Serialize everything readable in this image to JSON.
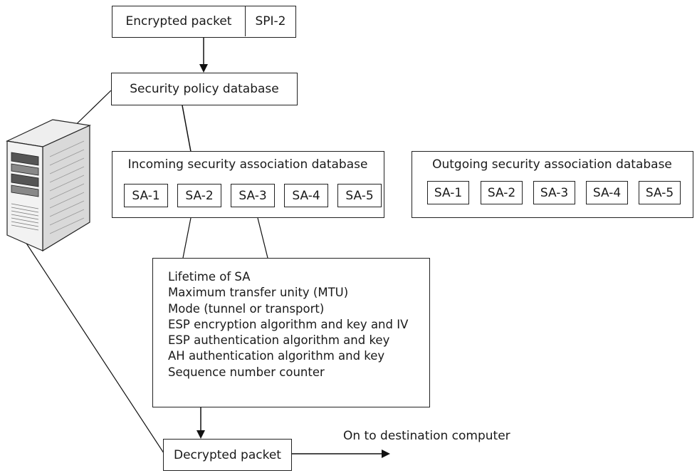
{
  "packet": {
    "label": "Encrypted packet",
    "spi": "SPI-2"
  },
  "spd": {
    "label": "Security policy database"
  },
  "incoming": {
    "title": "Incoming security association database",
    "sas": [
      "SA-1",
      "SA-2",
      "SA-3",
      "SA-4",
      "SA-5"
    ]
  },
  "outgoing": {
    "title": "Outgoing security association database",
    "sas": [
      "SA-1",
      "SA-2",
      "SA-3",
      "SA-4",
      "SA-5"
    ]
  },
  "sa_attributes": [
    "Lifetime of SA",
    "Maximum transfer unity (MTU)",
    "Mode (tunnel or transport)",
    "ESP encryption algorithm and key and IV",
    "ESP authentication algorithm and key",
    "AH authentication algorithm and key",
    "Sequence number counter"
  ],
  "decrypted": {
    "label": "Decrypted packet"
  },
  "destination": {
    "label": "On to destination computer"
  }
}
